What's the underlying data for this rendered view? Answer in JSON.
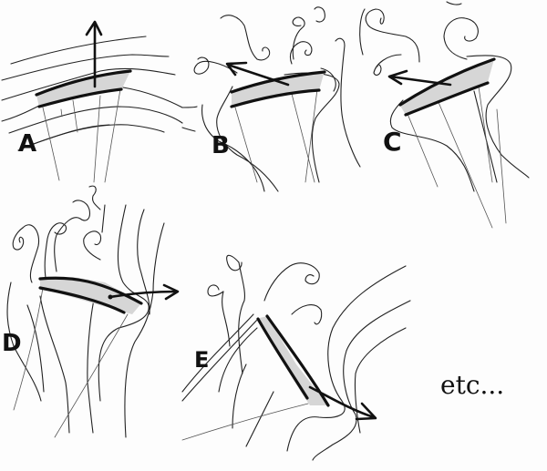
{
  "diagram": {
    "description": "Hand-drawn sketches of a wing section (airfoil) at progressively increasing angles of attack, showing streamlines, vortices and force arrow direction",
    "panels": [
      {
        "label": "A",
        "arrow_direction": "up",
        "flow": "smooth attached streamlines"
      },
      {
        "label": "B",
        "arrow_direction": "up-left",
        "flow": "separated flow with vortices above"
      },
      {
        "label": "C",
        "arrow_direction": "left",
        "flow": "separated flow with vortices above"
      },
      {
        "label": "D",
        "arrow_direction": "right",
        "flow": "separated flow with vortices above"
      },
      {
        "label": "E",
        "arrow_direction": "down-right",
        "flow": "steep wing, vortices shed"
      }
    ],
    "trailing_text": "etc...",
    "colors": {
      "ink": "#111111",
      "wing_fill": "#d6d6d6",
      "background": "#fdfdfd"
    }
  }
}
